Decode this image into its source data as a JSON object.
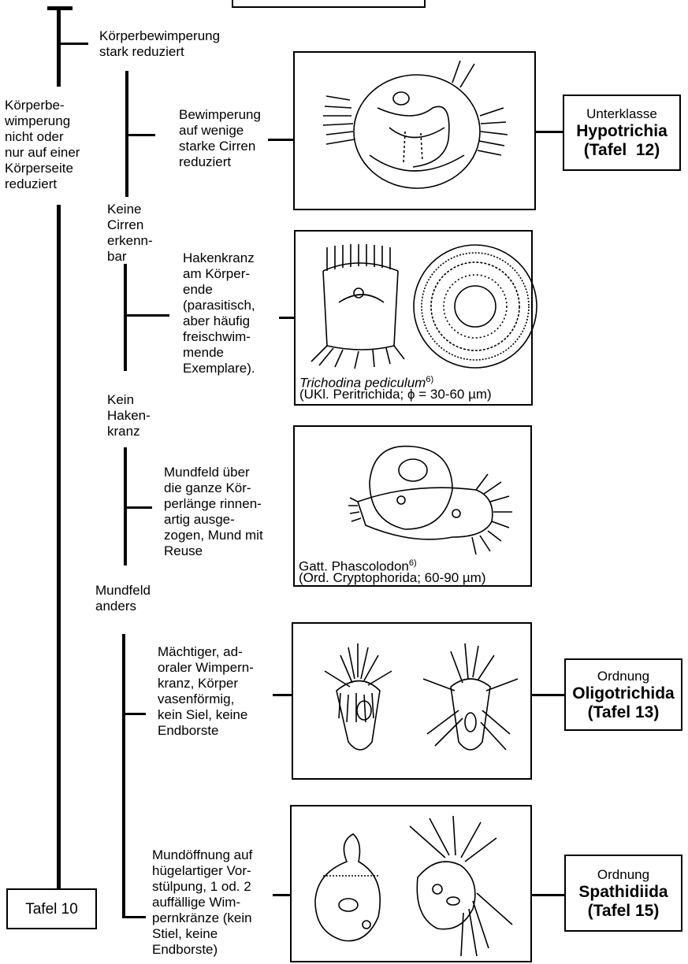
{
  "nodes": {
    "koerper_stark": "Körperbewimperung\nstark reduziert",
    "koerper_nicht": "Körperbe-\nwimperung\nnicht oder\nnur auf einer\nKörperseite\nreduziert",
    "bewimperung_cirren": "Bewimperung\nauf wenige\nstarke Cirren\nreduziert",
    "keine_cirren": "Keine\nCirren\nerkenn-\nbar",
    "hakenkranz": "Hakenkranz\nam Körper-\nende\n(parasitisch,\naber häufig\nfreischwim-\nmende\nExemplare).",
    "kein_hakenkranz": "Kein\nHaken-\nkranz",
    "mundfeld_ueber": "Mundfeld über\ndie ganze Kör-\nperlänge rinnen-\nartig ausge-\nzogen, Mund mit\nReuse",
    "mundfeld_anders": "Mundfeld\nanders",
    "maechtiger": "Mächtiger, ad-\noraler Wimpern-\nkranz, Körper\nvasenförmig,\nkein Siel, keine\nEndborste",
    "mundoeffnung": "Mundöffnung auf\nhügelartiger Vor-\nstülpung, 1 od. 2\nauffällige Wim-\npernkränze (kein\nStiel, keine\nEndborste)"
  },
  "captions": {
    "trichodina_name": "Trichodina pediculum",
    "trichodina_sup": "6)",
    "trichodina_detail": "(UKl. Peritrichida; ϕ = 30-60 µm)",
    "phascolodon_name": "Gatt. Phascolodon",
    "phascolodon_sup": "6)",
    "phascolodon_detail": "(Ord. Cryptophorida; 60-90 µm)"
  },
  "results": {
    "hypotrichia": {
      "line1": "Unterklasse",
      "line2": "Hypotrichia",
      "line3": "(Tafel  12)"
    },
    "oligotrichida": {
      "line1": "Ordnung",
      "line2": "Oligotrichida",
      "line3": "(Tafel 13)"
    },
    "spathidiida": {
      "line1": "Ordnung",
      "line2": "Spathidiida",
      "line3": "(Tafel 15)"
    }
  },
  "back_link": "Tafel 10"
}
